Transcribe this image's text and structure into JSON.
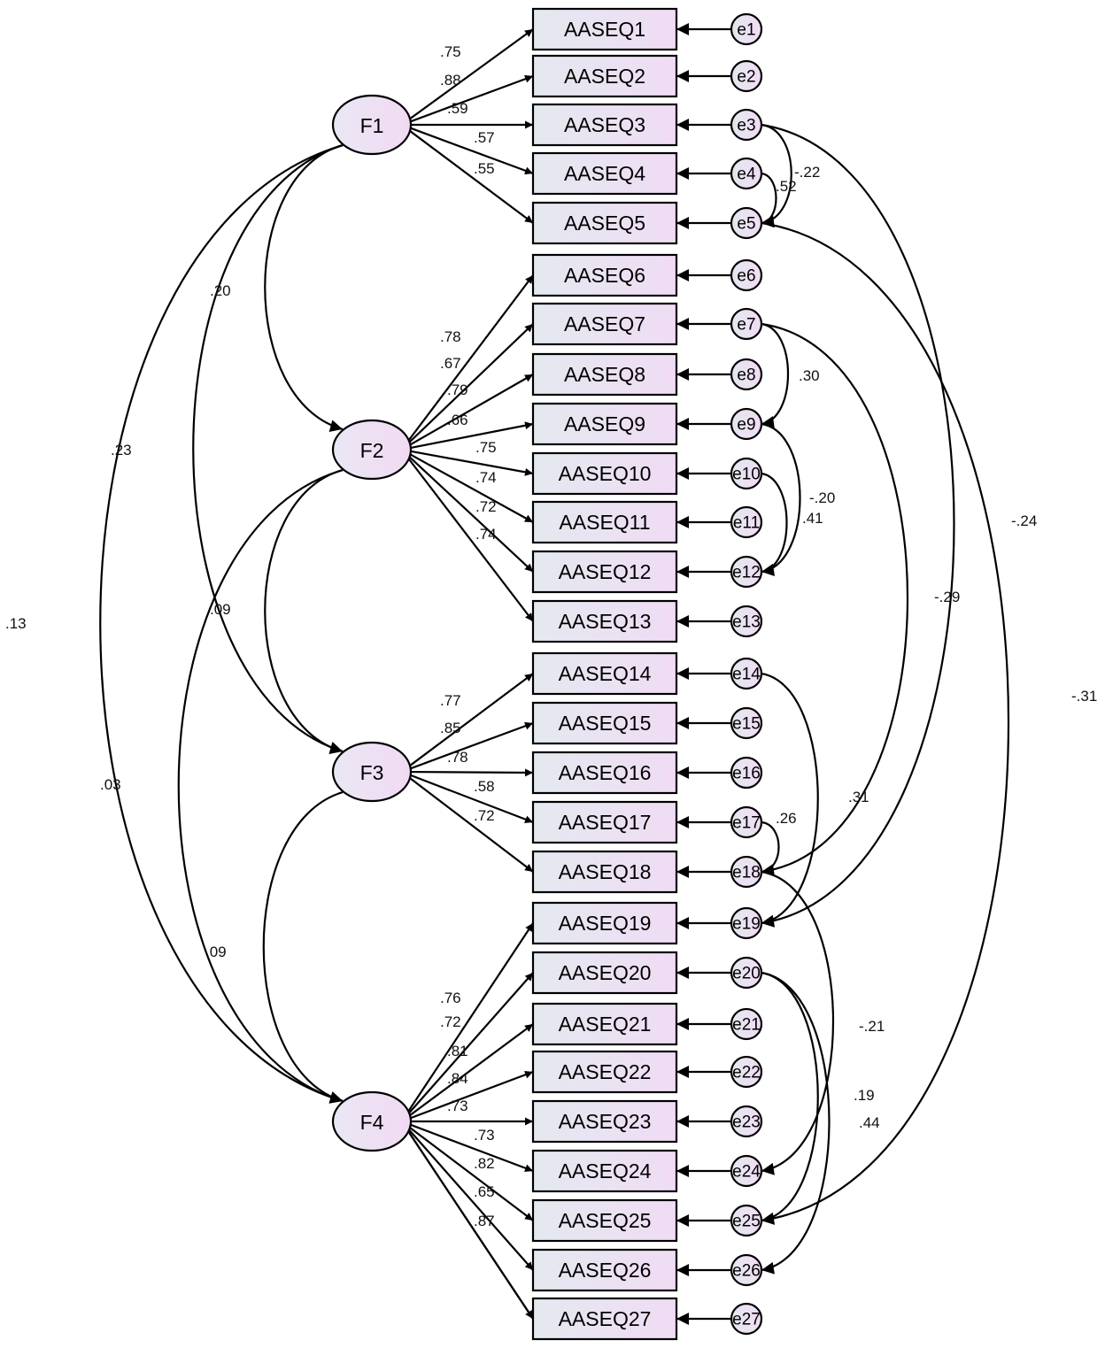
{
  "factors": [
    {
      "id": "F1",
      "label": "F1"
    },
    {
      "id": "F2",
      "label": "F2"
    },
    {
      "id": "F3",
      "label": "F3"
    },
    {
      "id": "F4",
      "label": "F4"
    }
  ],
  "items": [
    {
      "label": "AASEQ1",
      "error": "e1",
      "factor": "F1",
      "loading": ".75"
    },
    {
      "label": "AASEQ2",
      "error": "e2",
      "factor": "F1",
      "loading": ".88"
    },
    {
      "label": "AASEQ3",
      "error": "e3",
      "factor": "F1",
      "loading": ".59"
    },
    {
      "label": "AASEQ4",
      "error": "e4",
      "factor": "F1",
      "loading": ".57"
    },
    {
      "label": "AASEQ5",
      "error": "e5",
      "factor": "F1",
      "loading": ".55"
    },
    {
      "label": "AASEQ6",
      "error": "e6",
      "factor": "F2",
      "loading": ""
    },
    {
      "label": "AASEQ7",
      "error": "e7",
      "factor": "F2",
      "loading": ".78"
    },
    {
      "label": "AASEQ8",
      "error": "e8",
      "factor": "F2",
      "loading": ".67"
    },
    {
      "label": "AASEQ9",
      "error": "e9",
      "factor": "F2",
      "loading": ".79"
    },
    {
      "label": "AASEQ10",
      "error": "e10",
      "factor": "F2",
      "loading": ".66"
    },
    {
      "label": "AASEQ11",
      "error": "e11",
      "factor": "F2",
      "loading": ".75"
    },
    {
      "label": "AASEQ12",
      "error": "e12",
      "factor": "F2",
      "loading": ".74"
    },
    {
      "label": "AASEQ13",
      "error": "e13",
      "factor": "F2",
      "loading": ".72"
    },
    {
      "label": "AASEQ14",
      "error": "e14",
      "factor": "F3",
      "loading": ".74"
    },
    {
      "label": "AASEQ15",
      "error": "e15",
      "factor": "F3",
      "loading": ".77"
    },
    {
      "label": "AASEQ16",
      "error": "e16",
      "factor": "F3",
      "loading": ".85"
    },
    {
      "label": "AASEQ17",
      "error": "e17",
      "factor": "F3",
      "loading": ".78"
    },
    {
      "label": "AASEQ18",
      "error": "e18",
      "factor": "F3",
      "loading": ".58"
    },
    {
      "label": "AASEQ19",
      "error": "e19",
      "factor": "F4",
      "loading": ".72"
    },
    {
      "label": "AASEQ20",
      "error": "e20",
      "factor": "F4",
      "loading": ".76"
    },
    {
      "label": "AASEQ21",
      "error": "e21",
      "factor": "F4",
      "loading": ".72"
    },
    {
      "label": "AASEQ22",
      "error": "e22",
      "factor": "F4",
      "loading": ".81"
    },
    {
      "label": "AASEQ23",
      "error": "e23",
      "factor": "F4",
      "loading": ".84"
    },
    {
      "label": "AASEQ24",
      "error": "e24",
      "factor": "F4",
      "loading": ".73"
    },
    {
      "label": "AASEQ25",
      "error": "e25",
      "factor": "F4",
      "loading": ".73"
    },
    {
      "label": "AASEQ26",
      "error": "e26",
      "factor": "F4",
      "loading": ".82"
    },
    {
      "label": "AASEQ27",
      "error": "e27",
      "factor": "F4",
      "loading": ".65"
    },
    {
      "label": "",
      "error": "",
      "factor": "F4",
      "loading": ".87"
    }
  ],
  "factor_correlations": [
    {
      "from": "F1",
      "to": "F2",
      "value": ".20"
    },
    {
      "from": "F1",
      "to": "F3",
      "value": ".23"
    },
    {
      "from": "F1",
      "to": "F4",
      "value": ".13"
    },
    {
      "from": "F2",
      "to": "F3",
      "value": ".09"
    },
    {
      "from": "F2",
      "to": "F4",
      "value": ".03"
    },
    {
      "from": "F3",
      "to": "F4",
      "value": ".09"
    }
  ],
  "error_covariances": [
    {
      "from": "e3",
      "to": "e5",
      "value": "-.22"
    },
    {
      "from": "e4",
      "to": "e5",
      "value": ".52"
    },
    {
      "from": "e3",
      "to": "e19",
      "value": "-.24"
    },
    {
      "from": "e5",
      "to": "e25",
      "value": "-.31"
    },
    {
      "from": "e7",
      "to": "e9",
      "value": ".30"
    },
    {
      "from": "e7",
      "to": "e18",
      "value": "-.29"
    },
    {
      "from": "e9",
      "to": "e12",
      "value": "-.20"
    },
    {
      "from": "e10",
      "to": "e12",
      "value": ".41"
    },
    {
      "from": "e14",
      "to": "e19",
      "value": ".31"
    },
    {
      "from": "e17",
      "to": "e18",
      "value": ".26"
    },
    {
      "from": "e18",
      "to": "e24",
      "value": "-.21"
    },
    {
      "from": "e20",
      "to": "e25",
      "value": ".19"
    },
    {
      "from": "e20",
      "to": "e26",
      "value": ".44"
    }
  ]
}
